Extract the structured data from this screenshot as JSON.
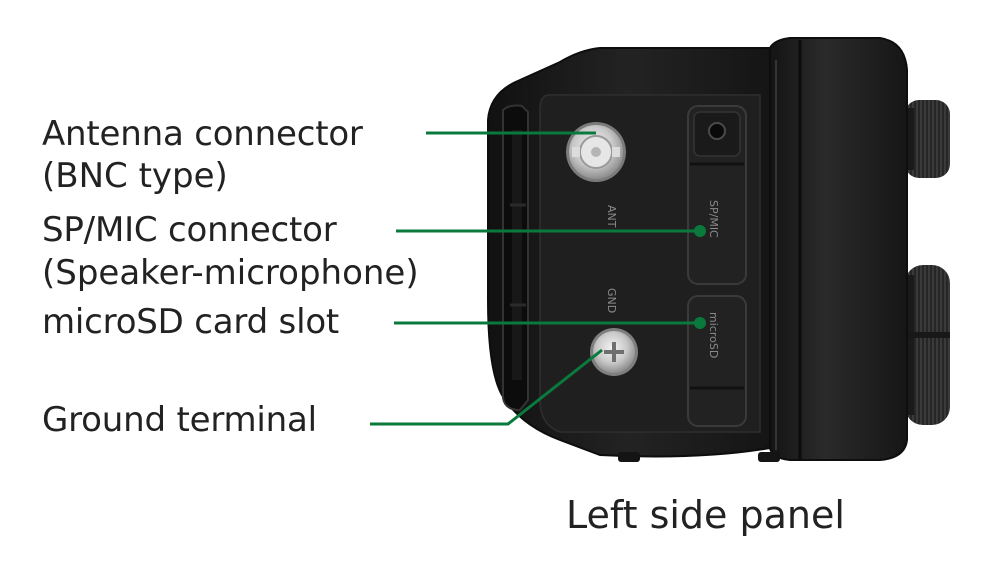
{
  "callouts": [
    {
      "label": "Antenna connector",
      "sub": "(BNC type)"
    },
    {
      "label": "SP/MIC connector",
      "sub": "(Speaker-microphone)"
    },
    {
      "label": "microSD card slot",
      "sub": ""
    },
    {
      "label": "Ground terminal",
      "sub": ""
    }
  ],
  "caption": "Left side panel",
  "device_print": {
    "ant": "ANT",
    "gnd": "GND",
    "spmic": "SP/MIC",
    "microsd": "microSD"
  },
  "colors": {
    "leader_line": "#0a7a3c",
    "device_body": "#1c1c1c",
    "device_edge": "#2e2e2e",
    "text": "#222222"
  }
}
